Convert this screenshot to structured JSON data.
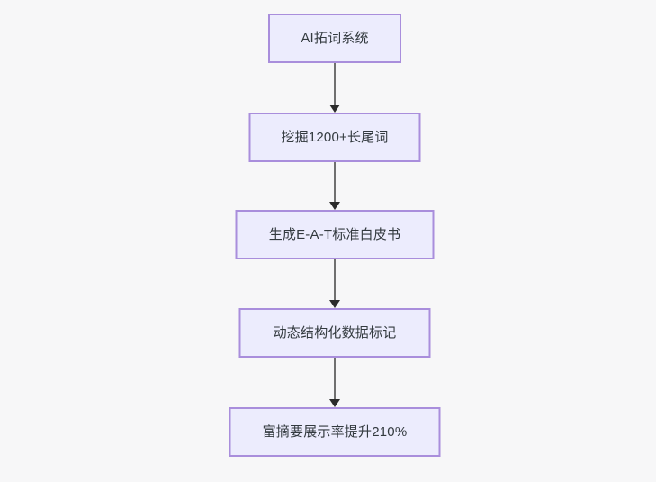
{
  "diagram": {
    "type": "flowchart",
    "orientation": "top-to-bottom",
    "background_color": "#f7f7f8",
    "node_fill_color": "#ececfd",
    "node_border_color": "#a98edc",
    "node_text_color": "#333a3f",
    "connector_color": "#707070",
    "arrowhead_color": "#2b2b2b",
    "nodes": [
      {
        "id": "node-1",
        "label": "AI拓词系统"
      },
      {
        "id": "node-2",
        "label": "挖掘1200+长尾词"
      },
      {
        "id": "node-3",
        "label": "生成E-A-T标准白皮书"
      },
      {
        "id": "node-4",
        "label": "动态结构化数据标记"
      },
      {
        "id": "node-5",
        "label": "富摘要展示率提升210%"
      }
    ],
    "edges": [
      {
        "id": "edge-1",
        "from": "node-1",
        "to": "node-2",
        "label": ""
      },
      {
        "id": "edge-2",
        "from": "node-2",
        "to": "node-3",
        "label": ""
      },
      {
        "id": "edge-3",
        "from": "node-3",
        "to": "node-4",
        "label": ""
      },
      {
        "id": "edge-4",
        "from": "node-4",
        "to": "node-5",
        "label": ""
      }
    ]
  }
}
